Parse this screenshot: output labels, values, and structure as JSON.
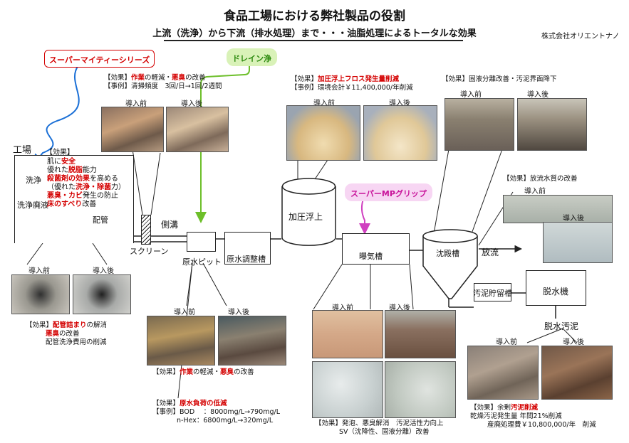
{
  "title": "食品工場における弊社製品の役割",
  "subtitle": "上流（洗浄）から下流（排水処理）まで・・・油脂処理によるトータルな効果",
  "company": "株式会社オリエントナノ",
  "products": {
    "super_mighty": "スーパーマイティーシリーズ",
    "drain_clean": "ドレイン浄",
    "super_mp": "スーパーMPグリップ"
  },
  "factory": {
    "label": "工場",
    "effect_tag": "【効果】",
    "lines": [
      "肌に",
      "安全",
      "優れた",
      "脱脂",
      "能力",
      "殺菌剤の効果",
      "を高める",
      "（優れた",
      "洗浄・除菌",
      "力）",
      "悪臭・カビ",
      "発生の防止",
      "床のすべり",
      "改善"
    ],
    "wash": "洗浄",
    "waste": "洗浄廃液",
    "pipe": "配管"
  },
  "process": {
    "screen": "スクリーン",
    "gutter": "側溝",
    "raw_pit": "原水ピット",
    "raw_tank": "原水調整槽",
    "flotation": "加圧浮上",
    "aeration": "曝気槽",
    "settling": "沈殿槽",
    "discharge": "放流",
    "sludge_tank": "汚泥貯留槽",
    "dewater": "脱水機",
    "dewater_sludge": "脱水汚泥"
  },
  "labels": {
    "before": "導入前",
    "after": "導入後"
  },
  "effects": {
    "e1": {
      "a": "【効果】",
      "b": "作業",
      "c": "の軽減・",
      "d": "悪臭",
      "e": "の改善",
      "case": "【事例】清掃頻度　3回/日→1回/2週間"
    },
    "e2": {
      "a": "【効果】",
      "b": "加圧浮上フロス発生量削減",
      "case": "【事例】環境会計￥11,400,000/年削減"
    },
    "e3": {
      "a": "【効果】固液分離改善・汚泥界面降下"
    },
    "e4": {
      "a": "【効果】放流水質の改善"
    },
    "e5": {
      "a": "【効果】",
      "b": "配管詰まり",
      "c": "の解消",
      "d": "悪臭",
      "e": "の改善",
      "f": "配管洗浄費用の削減"
    },
    "e6": {
      "a": "【効果】",
      "b": "作業",
      "c": "の軽減・",
      "d": "悪臭",
      "e": "の改善"
    },
    "e7": {
      "a": "【効果】",
      "b": "原水負荷の低減",
      "case": "【事例】BOD　 ：8000mg/L→790mg/L",
      "case2": "n-Hex：6800mg/L→320mg/L"
    },
    "e8": {
      "a": "【効果】発泡、悪臭解消　汚泥活性力向上",
      "b": "SV（沈降性、固液分離）改善"
    },
    "e9": {
      "a": "【効果】",
      "b": "余剰",
      "c": "汚泥削減",
      "d": "乾燥汚泥発生量 年間21%削減",
      "e": "産廃処理費￥10,800,000/年　削減"
    }
  },
  "colors": {
    "red": "#d40000",
    "blue": "#1a6fd6",
    "green": "#6dbf2a",
    "magenta": "#d040c0"
  }
}
